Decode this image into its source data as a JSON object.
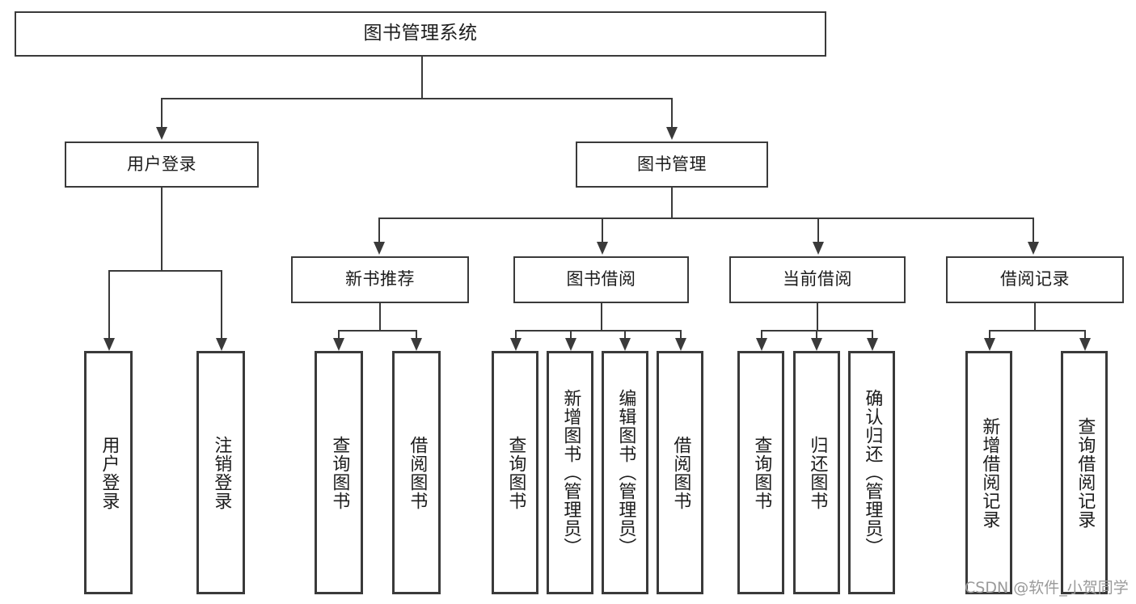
{
  "diagram": {
    "title": "图书管理系统",
    "type": "functional-structure-tree",
    "root": {
      "label": "图书管理系统"
    },
    "level1": [
      {
        "label": "用户登录"
      },
      {
        "label": "图书管理"
      }
    ],
    "level2": [
      {
        "label": "新书推荐"
      },
      {
        "label": "图书借阅"
      },
      {
        "label": "当前借阅"
      },
      {
        "label": "借阅记录"
      }
    ],
    "leaves": {
      "user_login": [
        {
          "label": "用户登录"
        },
        {
          "label": "注销登录"
        }
      ],
      "new_book_recommend": [
        {
          "label": "查询图书"
        },
        {
          "label": "借阅图书"
        }
      ],
      "book_borrow": [
        {
          "label": "查询图书"
        },
        {
          "label": "新增图书（管理员）"
        },
        {
          "label": "编辑图书（管理员）"
        },
        {
          "label": "借阅图书"
        }
      ],
      "current_borrow": [
        {
          "label": "查询图书"
        },
        {
          "label": "归还图书"
        },
        {
          "label": "确认归还（管理员）"
        }
      ],
      "borrow_history": [
        {
          "label": "新增借阅记录"
        },
        {
          "label": "查询借阅记录"
        }
      ]
    }
  },
  "watermark": {
    "text": "CSDN @软件_小贺同学"
  },
  "colors": {
    "border": "#3a3a3a",
    "background": "#ffffff",
    "text": "#1c1c1c",
    "watermark": "#9a9a9a"
  }
}
